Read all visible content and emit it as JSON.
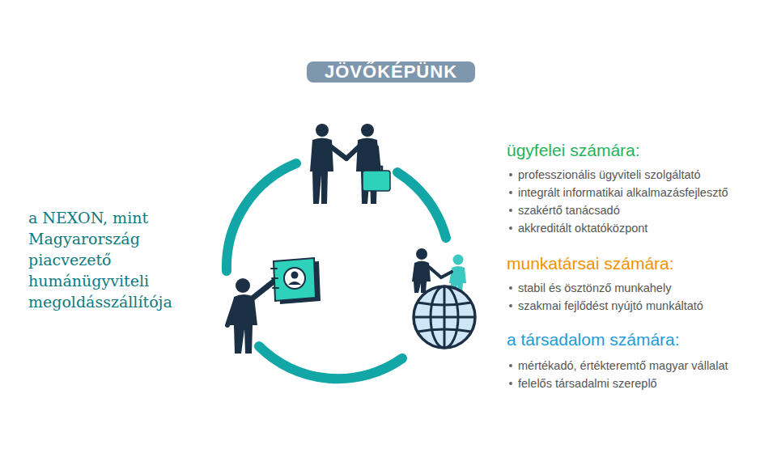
{
  "diagram": {
    "title": "JÖVŐKÉPÜNK",
    "labels": [
      "a NEXON, mint Magyarország piacvezető humánügyviteli megoldásszállítója",
      "ügyfelei számára:",
      "professzionális ügyviteli szolgáltató",
      "integrált informatikai alkalmazásfejlesztő",
      "szakértő tanácsadó",
      "akkreditált oktatóközpont",
      "munkatársai számára:",
      "stabil és ösztönző munkahely",
      "szakmai fejlődést nyújtó munkáltató",
      "a társadalom számára:",
      "mértékadó, értékteremtő magyar vállalat",
      "felelős társadalmi szereplő"
    ]
  }
}
